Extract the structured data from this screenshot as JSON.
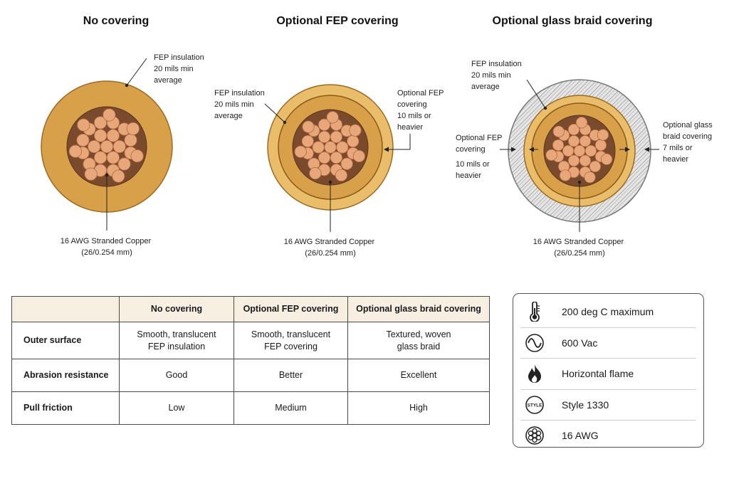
{
  "sections": [
    {
      "title": "No covering",
      "callouts": [
        "FEP insulation",
        "20 mils min",
        "average"
      ],
      "conductor": [
        "16 AWG Stranded Copper",
        "(26/0.254 mm)"
      ]
    },
    {
      "title": "Optional FEP covering",
      "callouts_left": [
        "FEP insulation",
        "20 mils min",
        "average"
      ],
      "callouts_right": [
        "Optional FEP",
        "covering",
        "10 mils or",
        "heavier"
      ],
      "conductor": [
        "16 AWG Stranded Copper",
        "(26/0.254 mm)"
      ]
    },
    {
      "title": "Optional glass braid covering",
      "callouts_top": [
        "FEP insulation",
        "20 mils min",
        "average"
      ],
      "callouts_left": [
        "Optional FEP",
        "covering",
        "10 mils or",
        "heavier"
      ],
      "callouts_right": [
        "Optional glass",
        "braid covering",
        "7 mils or",
        "heavier"
      ],
      "conductor": [
        "16 AWG Stranded Copper",
        "(26/0.254 mm)"
      ]
    }
  ],
  "table": {
    "headers": [
      "",
      "No covering",
      "Optional FEP covering",
      "Optional glass braid covering"
    ],
    "rows": [
      {
        "label": "Outer surface",
        "cells": [
          [
            "Smooth, translucent",
            "FEP insulation"
          ],
          [
            "Smooth, translucent",
            "FEP covering"
          ],
          [
            "Textured, woven",
            "glass braid"
          ]
        ]
      },
      {
        "label": "Abrasion resistance",
        "cells": [
          [
            "Good"
          ],
          [
            "Better"
          ],
          [
            "Excellent"
          ]
        ]
      },
      {
        "label": "Pull friction",
        "cells": [
          [
            "Low"
          ],
          [
            "Medium"
          ],
          [
            "High"
          ]
        ]
      }
    ]
  },
  "specs": [
    {
      "icon": "thermometer-icon",
      "text": "200 deg C maximum"
    },
    {
      "icon": "voltage-wave-icon",
      "text": "600 Vac"
    },
    {
      "icon": "flame-icon",
      "text": "Horizontal flame"
    },
    {
      "icon": "style-badge-icon",
      "text": "Style 1330",
      "badge": "STYLE"
    },
    {
      "icon": "stranded-wire-icon",
      "text": "16 AWG"
    }
  ],
  "colors": {
    "fep_insulation": "#d9a04a",
    "fep_covering": "#e9bd6a",
    "copper_strand": "#e8a779",
    "copper_edge": "#b06a44",
    "glass_braid": "#d8d8d8",
    "table_header": "#f7efe2"
  }
}
